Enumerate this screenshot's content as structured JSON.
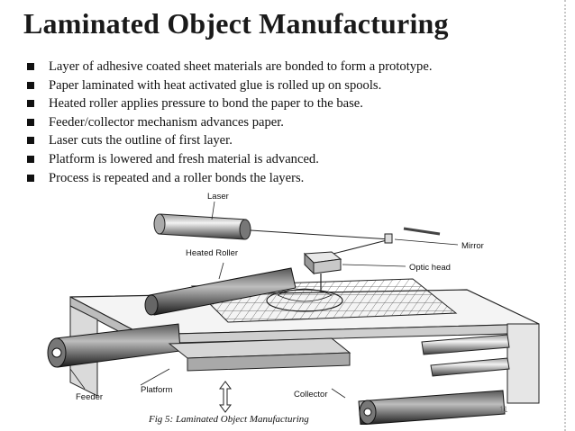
{
  "slide": {
    "title": "Laminated Object Manufacturing",
    "bullets": [
      "Layer of adhesive coated sheet materials are bonded to form a prototype.",
      "Paper laminated with heat activated glue is rolled up on spools.",
      "Heated roller applies pressure to bond the paper to the base.",
      "Feeder/collector mechanism advances paper.",
      "Laser cuts the outline of first layer.",
      "Platform is lowered and fresh material is advanced.",
      "Process is repeated and a roller bonds the layers."
    ],
    "slide_number": "11",
    "caption": "Fig 5: Laminated Object Manufacturing"
  },
  "figure": {
    "labels": {
      "laser": "Laser",
      "mirror": "Mirror",
      "optic_head": "Optic head",
      "heated_roller": "Heated Roller",
      "feeder": "Feeder",
      "platform": "Platform",
      "collector": "Collector"
    }
  }
}
